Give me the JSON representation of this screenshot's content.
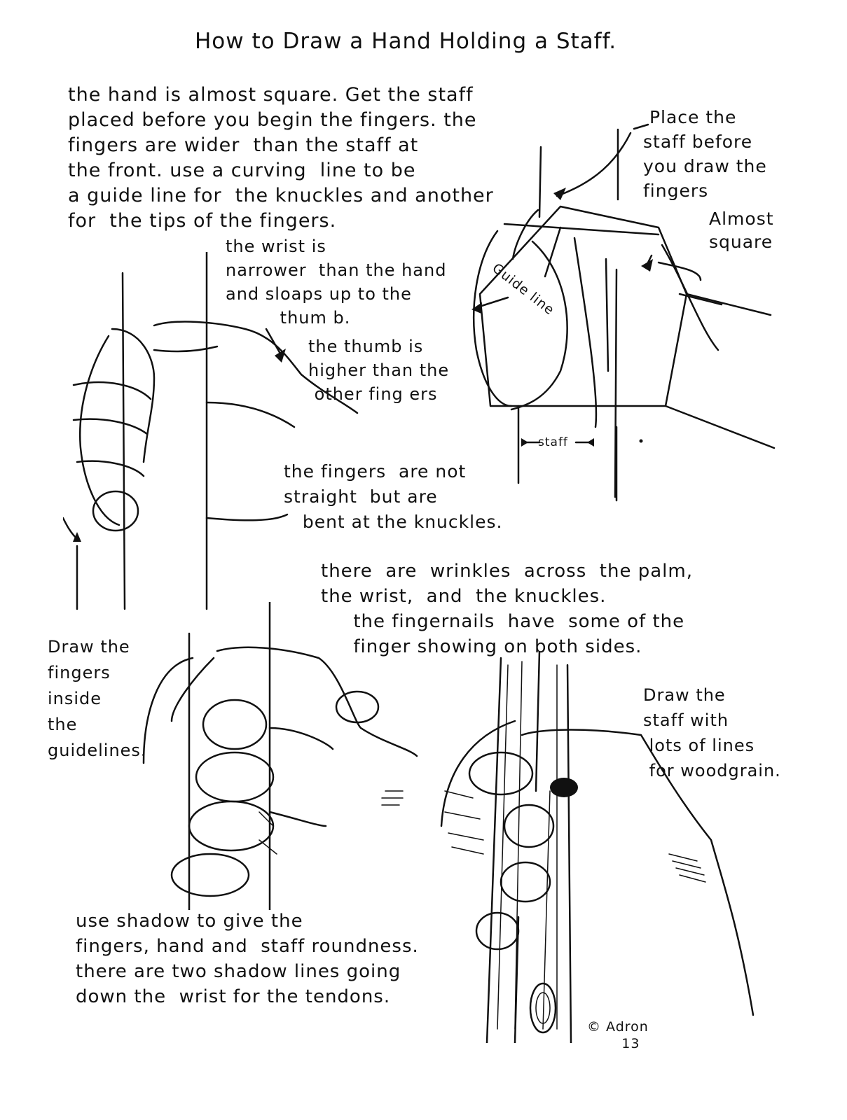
{
  "title": "How to Draw a Hand Holding a Staff.",
  "intro": "the hand is almost square. Get the staff\nplaced before you begin the fingers. the\nfingers are wider  than the staff at\nthe front. use a curving  line to be\na guide line for  the knuckles and another\nfor  the tips of the fingers.",
  "wrist_note": "the wrist is\nnarrower  than the hand\nand sloaps up to the\n         thum b.",
  "thumb_note": "the thumb is\nhigher than the\n other fing ers",
  "place_note": " Place the\nstaff before\nyou draw the\nfingers",
  "square_note": "Almost\nsquare",
  "guide_label": "Guide line",
  "staff_label": "staff",
  "fingers_note": "the fingers  are not\nstraight  but are\n   bent at the knuckles.",
  "wrinkles_note": "there  are  wrinkles  across  the palm,\nthe wrist,  and  the knuckles.\n     the fingernails  have  some of the\n     finger showing on both sides.",
  "draw_fingers_note": "Draw the\nfingers\ninside\nthe\nguidelines.",
  "woodgrain_note": "Draw the\nstaff with\n lots of lines\n for woodgrain.",
  "shadow_note": "use shadow to give the\nfingers, hand and  staff roundness.\nthere are two shadow lines going\ndown the  wrist for the tendons.",
  "signature": "© Adron\n       13",
  "colors": {
    "ink": "#111111",
    "paper": "#ffffff"
  }
}
